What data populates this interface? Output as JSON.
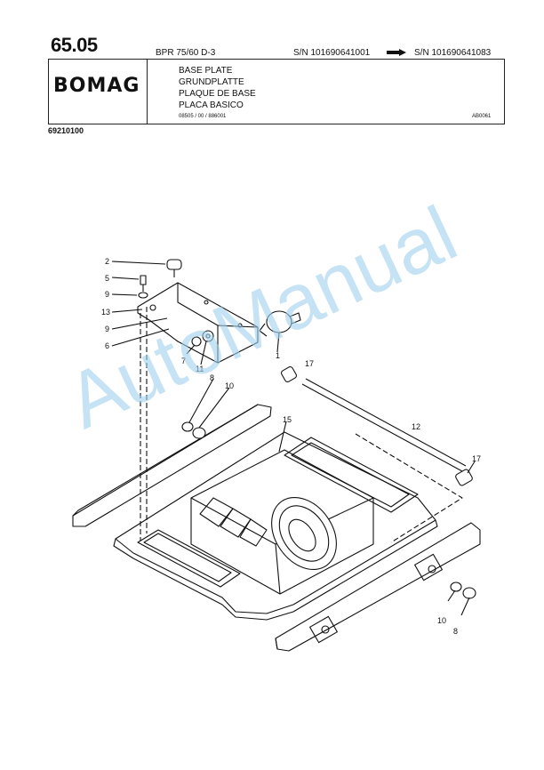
{
  "header": {
    "page_number": "65.05",
    "model": "BPR 75/60 D-3",
    "sn_from": "S/N 101690641001",
    "sn_to": "S/N 101690641083",
    "brand": "BOMAG",
    "titles": [
      "BASE PLATE",
      "GRUNDPLATTE",
      "PLAQUE DE BASE",
      "PLACA BASICO"
    ],
    "doc_code": "08505 / 00 / 886001",
    "ref_code": "AB0061",
    "part_number": "69210100"
  },
  "watermark": "AutoManual",
  "callouts": [
    "2",
    "5",
    "9",
    "13",
    "9",
    "6",
    "7",
    "11",
    "1",
    "17",
    "8",
    "10",
    "15",
    "12",
    "17",
    "10",
    "8"
  ]
}
